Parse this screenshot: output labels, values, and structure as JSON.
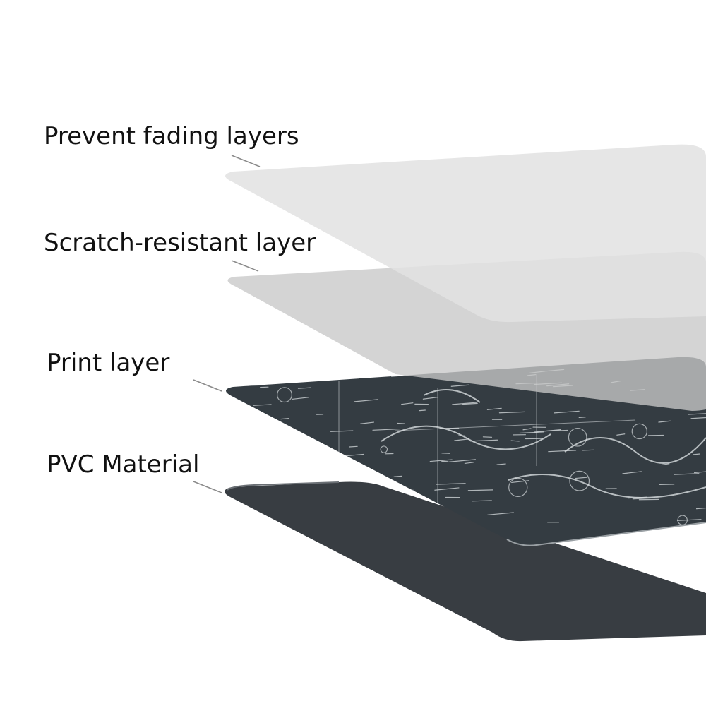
{
  "layers": [
    {
      "id": "fading",
      "label": "Prevent fading layers",
      "color": "#e8e8e8"
    },
    {
      "id": "scratch",
      "label": "Scratch-resistant layer",
      "color": "#c8c8c8"
    },
    {
      "id": "print",
      "label": "Print layer",
      "color": "#343c42"
    },
    {
      "id": "pvc",
      "label": "PVC Material",
      "color": "#383d42"
    }
  ],
  "print_layer_pattern": {
    "type": "math-formula-chalkboard",
    "ink_color": "#d8dde0"
  },
  "leader_line_color": "#8a8a8a"
}
